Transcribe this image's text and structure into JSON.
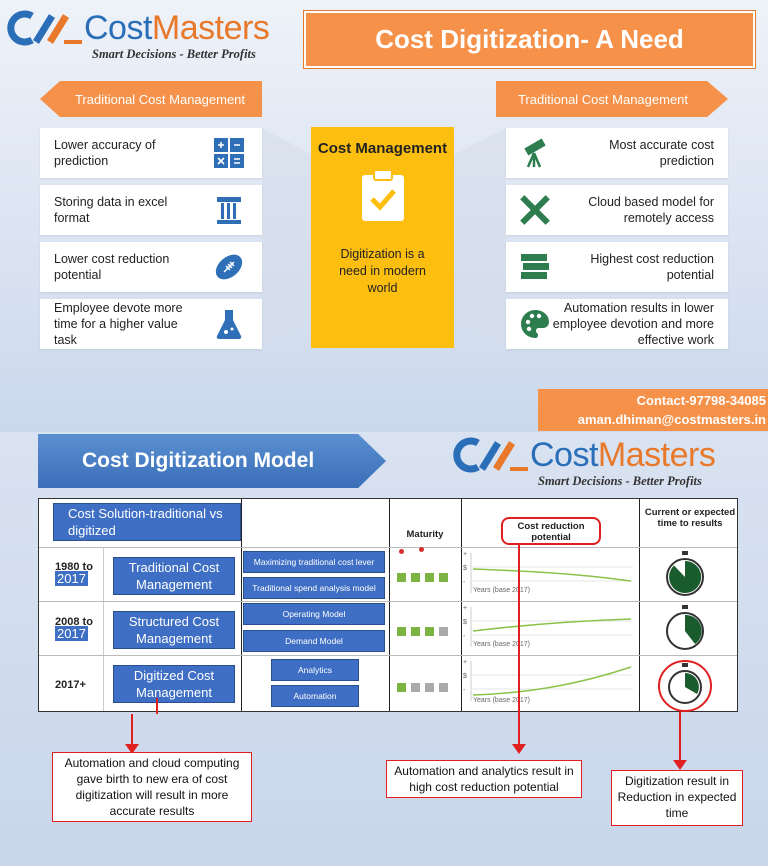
{
  "brand": {
    "name_part1": "Cost",
    "name_part2": "Masters",
    "tagline": "Smart Decisions - Better Profits",
    "colors": {
      "blue": "#2a6eb8",
      "orange": "#f6914a",
      "yellow": "#fcbf10",
      "green": "#1a5c2e",
      "red": "#e02020"
    }
  },
  "header": {
    "title": "Cost Digitization- A Need"
  },
  "comparison": {
    "left_banner": "Traditional Cost Management",
    "right_banner": "Traditional Cost Management",
    "left_items": [
      {
        "text": "Lower accuracy of prediction",
        "icon": "calculator-icon"
      },
      {
        "text": "Storing data in excel format",
        "icon": "column-icon"
      },
      {
        "text": "Lower cost reduction potential",
        "icon": "football-icon"
      },
      {
        "text": "Employee devote more time for a higher value task",
        "icon": "flask-icon"
      }
    ],
    "right_items": [
      {
        "text": "Most accurate cost prediction",
        "icon": "telescope-icon"
      },
      {
        "text": "Cloud based model for remotely access",
        "icon": "pencil-ruler-icon"
      },
      {
        "text": "Highest cost reduction potential",
        "icon": "books-icon"
      },
      {
        "text": "Automation results in lower employee devotion and more effective work",
        "icon": "palette-icon"
      }
    ],
    "center": {
      "title": "Cost Management",
      "subtitle": "Digitization is a need in modern world",
      "icon": "clipboard-check-icon"
    }
  },
  "contact": {
    "phone": "Contact-97798-34085",
    "email": "aman.dhiman@costmasters.in"
  },
  "model": {
    "title": "Cost Digitization Model",
    "table_title": "Cost Solution-traditional vs digitized",
    "headers": {
      "maturity": "Maturity",
      "cost_reduction": "Cost reduction potential",
      "time": "Current or expected time to results"
    },
    "rows": [
      {
        "year_start": "1980 to",
        "year_end": "2017",
        "label": "Traditional Cost Management",
        "tools": [
          "Maximizing traditional cost lever",
          "Traditional spend analysis model"
        ],
        "maturity_filled": 4,
        "trend": "down",
        "axis_note": "Years (base 2017)",
        "time_fraction": 0.85
      },
      {
        "year_start": "2008 to",
        "year_end": "2017",
        "label": "Structured Cost Management",
        "tools": [
          "Operating Model",
          "Demand Model"
        ],
        "maturity_filled": 3,
        "trend": "flat-up",
        "axis_note": "Years (base 2017)",
        "time_fraction": 0.45
      },
      {
        "year_start": "2017+",
        "year_end": "",
        "label": "Digitized Cost Management",
        "tools": [
          "Analytics",
          "Automation"
        ],
        "maturity_filled": 1,
        "trend": "up",
        "axis_note": "Years (base 2017)",
        "time_fraction": 0.25
      }
    ],
    "axis_ticks": {
      "plus": "+",
      "dollar": "$",
      "minus": "-"
    }
  },
  "callouts": {
    "left": "Automation and cloud computing gave birth to new era of cost digitization will result in more accurate results",
    "middle": "Automation and analytics result in high cost reduction potential",
    "right": "Digitization result in Reduction in expected time"
  }
}
